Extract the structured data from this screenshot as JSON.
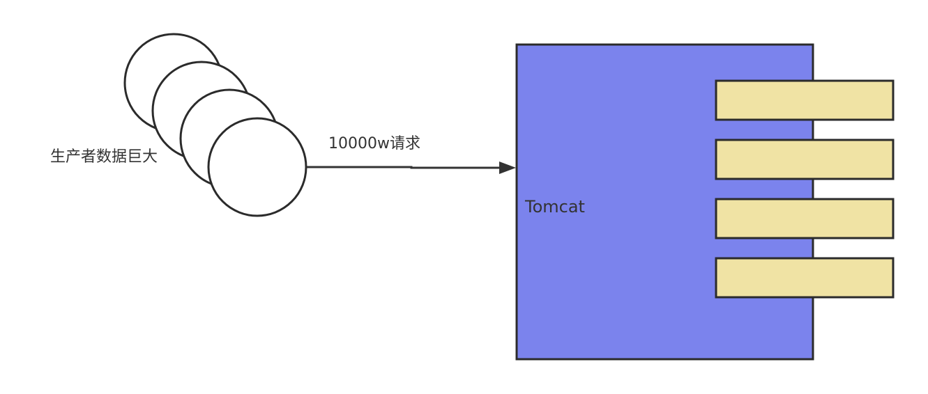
{
  "producer": {
    "label": "生产者数据巨大",
    "count": 4
  },
  "edge": {
    "label": "10000w请求"
  },
  "server": {
    "label": "Tomcat",
    "slots": 4
  },
  "colors": {
    "server_fill": "#7b83ed",
    "slot_fill": "#f0e3a4",
    "stroke": "#2b2b2b",
    "circle_fill": "#ffffff"
  }
}
